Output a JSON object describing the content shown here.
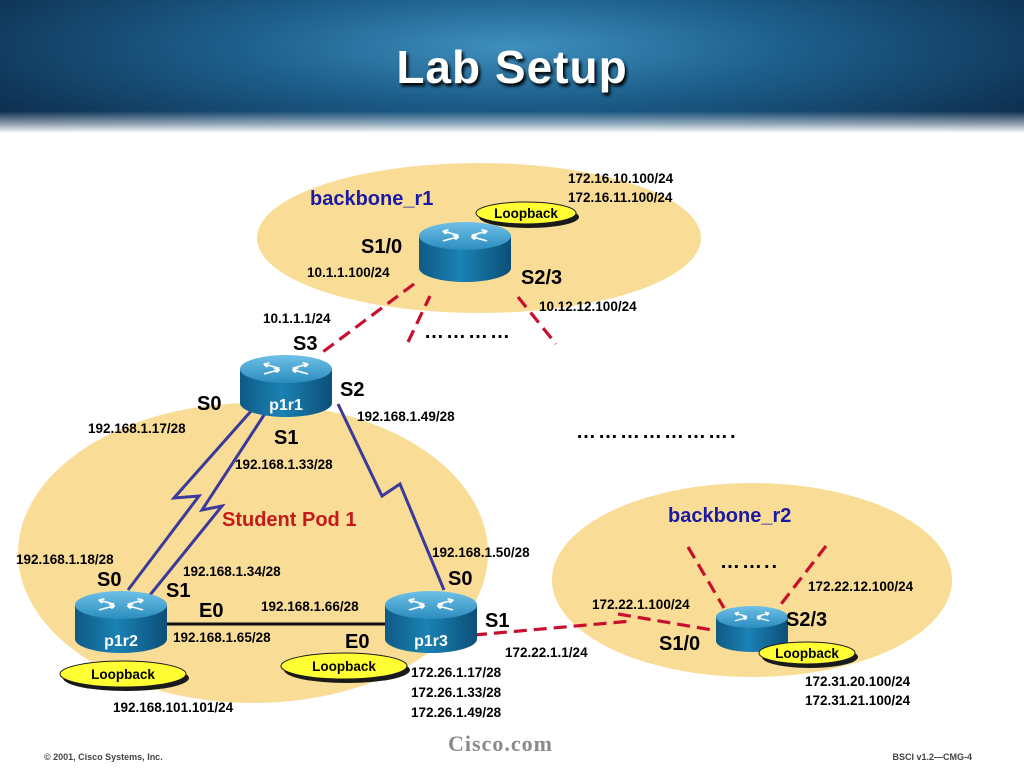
{
  "title": "Lab Setup",
  "areas": {
    "backbone_r1": "backbone_r1",
    "backbone_r2": "backbone_r2",
    "student_pod": "Student Pod 1"
  },
  "routers": {
    "p1r1": "p1r1",
    "p1r2": "p1r2",
    "p1r3": "p1r3"
  },
  "loopback_label": "Loopback",
  "ports": {
    "bb1_s10": "S1/0",
    "bb1_s23": "S2/3",
    "p1r1_s3": "S3",
    "p1r1_s2": "S2",
    "p1r1_s0": "S0",
    "p1r1_s1": "S1",
    "p1r2_s0": "S0",
    "p1r2_s1": "S1",
    "p1r2_e0": "E0",
    "p1r3_s0": "S0",
    "p1r3_s1": "S1",
    "p1r3_e0": "E0",
    "bb2_s23": "S2/3",
    "bb2_s10": "S1/0"
  },
  "ips": {
    "bb1_loop1": "172.16.10.100/24",
    "bb1_loop2": "172.16.11.100/24",
    "bb1_s10": "10.1.1.100/24",
    "bb1_s23": "10.12.12.100/24",
    "p1r1_s3": "10.1.1.1/24",
    "p1r1_s2": "192.168.1.49/28",
    "p1r1_s0": "192.168.1.17/28",
    "p1r1_s1": "192.168.1.33/28",
    "p1r3_s0": "192.168.1.50/28",
    "p1r2_s0": "192.168.1.18/28",
    "p1r2_s1": "192.168.1.34/28",
    "p1r3_e0": "192.168.1.66/28",
    "p1r2_e0": "192.168.1.65/28",
    "p1r3_loop1": "172.26.1.17/28",
    "p1r3_loop2": "172.26.1.33/28",
    "p1r3_loop3": "172.26.1.49/28",
    "p1r2_loop": "192.168.101.101/24",
    "p1r3_s1": "172.22.1.1/24",
    "bb2_s10": "172.22.1.100/24",
    "bb2_s23": "172.22.12.100/24",
    "bb2_loop1": "172.31.20.100/24",
    "bb2_loop2": "172.31.21.100/24"
  },
  "dots": {
    "bb1": "…………",
    "middle": "………………….",
    "bb2": "…….."
  },
  "footer": {
    "left": "© 2001, Cisco Systems, Inc.",
    "center": "Cisco.com",
    "right": "BSCI v1.2—CMG-4"
  },
  "colors": {
    "area_fill": "#f9dc96",
    "serial_link": "#3a3a9c",
    "dashed_link": "#c8102e",
    "router_blue": "#1779a8",
    "loopback_fill": "#ffff33",
    "area_title": "#1a1aa6",
    "pod_title": "#c41a1a"
  }
}
